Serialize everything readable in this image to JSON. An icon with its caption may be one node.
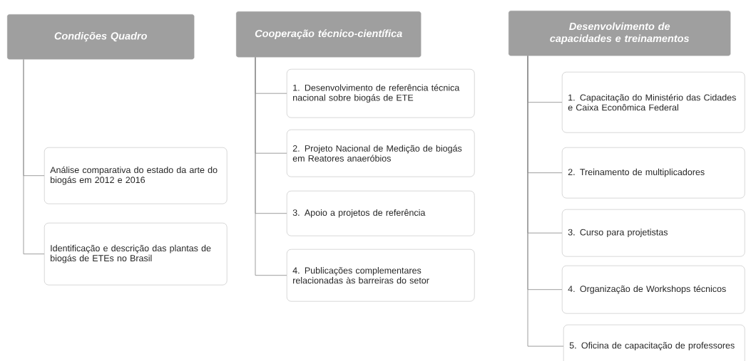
{
  "diagram": {
    "nodes": [
      {
        "text": [
          "Condições Quadro"
        ]
      },
      {
        "text": [
          "Análise comparativa do estado da arte do biogás em 2012 e 2016"
        ]
      },
      {
        "text": [
          "Identificação e descrição das plantas de biogás de ETEs no Brasil"
        ]
      },
      {
        "text": [
          "Cooperação técnico-científica"
        ]
      },
      {
        "text": [
          "1. Desenvolvimento de referência técnica nacional sobre biogás de ETE"
        ]
      },
      {
        "text": [
          "2. Projeto Nacional de Medição de biogás em Reatores anaeróbios"
        ]
      },
      {
        "text": [
          "3. Apoio a projetos de referência"
        ]
      },
      {
        "text": [
          "4. Publicações complementares relacionadas às barreiras do setor"
        ]
      },
      {
        "text": [
          "Desenvolvimento de capacidades e treinamentos"
        ]
      },
      {
        "text": [
          "1. Capacitação do Ministério das Cidades e Caixa Econômica Federal"
        ]
      },
      {
        "text": [
          "2. Treinamento de multiplicadores"
        ]
      },
      {
        "text": [
          "3. Curso para projetistas"
        ]
      },
      {
        "text": [
          "4. Organização de Workshops técnicos"
        ]
      },
      {
        "text": [
          "5. Oficina de capacitação de professores"
        ]
      }
    ],
    "edges": [
      {
        "from": 0,
        "to": 1,
        "arrow": "none"
      },
      {
        "from": 0,
        "to": 2,
        "arrow": "none"
      },
      {
        "from": 3,
        "to": 4,
        "arrow": "none"
      },
      {
        "from": 3,
        "to": 5,
        "arrow": "none"
      },
      {
        "from": 3,
        "to": 6,
        "arrow": "none"
      },
      {
        "from": 3,
        "to": 7,
        "arrow": "none"
      },
      {
        "from": 8,
        "to": 9,
        "arrow": "none"
      },
      {
        "from": 8,
        "to": 10,
        "arrow": "none"
      },
      {
        "from": 8,
        "to": 11,
        "arrow": "none"
      },
      {
        "from": 8,
        "to": 12,
        "arrow": "none"
      },
      {
        "from": 8,
        "to": 13,
        "arrow": "none"
      }
    ]
  }
}
